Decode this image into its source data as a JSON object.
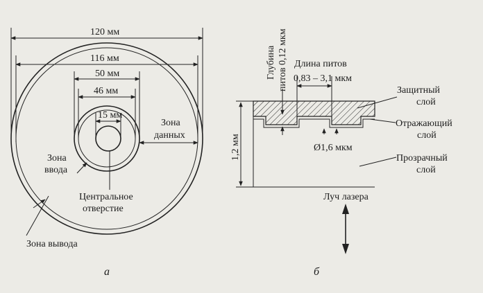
{
  "panel_a": {
    "dim_120": "120 мм",
    "dim_116": "116 мм",
    "dim_50": "50 мм",
    "dim_46": "46 мм",
    "dim_15": "15 мм",
    "zone_data_line1": "Зона",
    "zone_data_line2": "данных",
    "zone_input_line1": "Зона",
    "zone_input_line2": "ввода",
    "center_hole_line1": "Центральное",
    "center_hole_line2": "отверстие",
    "zone_output": "Зона вывода",
    "caption": "а"
  },
  "panel_b": {
    "pit_depth_line1": "Глубина",
    "pit_depth_line2": "питов 0,12 мкм",
    "pit_length_line1": "Длина питов",
    "pit_length_line2": "0,83 – 3,1 мкм",
    "protective_line1": "Защитный",
    "protective_line2": "слой",
    "reflective_line1": "Отражающий",
    "reflective_line2": "слой",
    "transparent_line1": "Прозрачный",
    "transparent_line2": "слой",
    "thickness": "1,2 мм",
    "track_pitch": "Ø1,6 мкм",
    "laser": "Луч лазера",
    "caption": "б"
  }
}
